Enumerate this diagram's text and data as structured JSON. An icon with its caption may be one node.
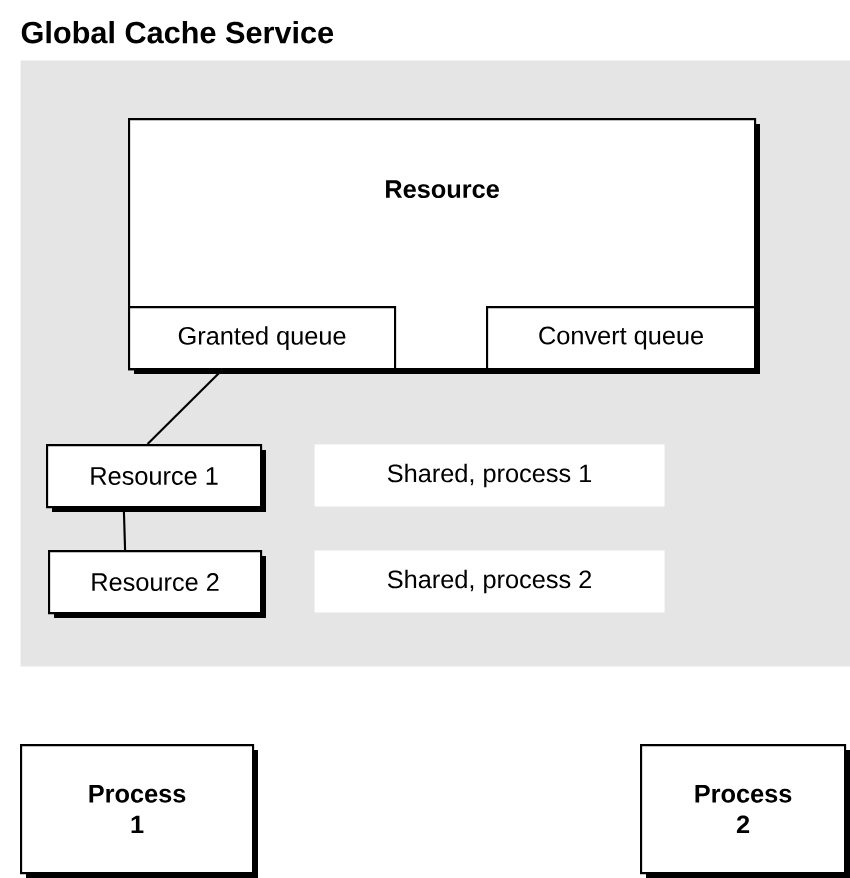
{
  "diagram": {
    "nodes": [
      {
        "text": [
          "Global Cache Service"
        ]
      },
      {
        "text": [
          "Resource"
        ],
        "in": 0
      },
      {
        "text": [
          "Granted queue"
        ],
        "in": 1
      },
      {
        "text": [
          "Convert queue"
        ],
        "in": 1
      },
      {
        "text": [
          "Resource 1"
        ],
        "in": 0
      },
      {
        "text": [
          "Shared, process 1"
        ],
        "in": 0
      },
      {
        "text": [
          "Resource 2"
        ],
        "in": 0
      },
      {
        "text": [
          "Shared, process 2"
        ],
        "in": 0
      },
      {
        "text": [
          "Process 1"
        ]
      },
      {
        "text": [
          "Process 2"
        ]
      }
    ],
    "edges": [
      {
        "from": 2,
        "to": 4,
        "arrow": "none"
      },
      {
        "from": 4,
        "to": 6,
        "arrow": "none"
      }
    ]
  }
}
